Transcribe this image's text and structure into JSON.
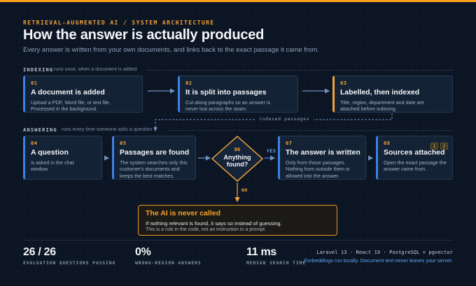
{
  "header": {
    "eyebrow": "RETRIEVAL-AUGMENTED AI / SYSTEM ARCHITECTURE",
    "title": "How the answer is actually produced",
    "subtitle": "Every answer is written from your own documents, and links back to the exact passage it came from."
  },
  "indexing": {
    "label": "INDEXING",
    "note": "runs once, when a document is added",
    "steps": [
      {
        "num": "01",
        "title": "A document is added",
        "desc": "Upload a PDF, Word file, or text file. Processed in the background."
      },
      {
        "num": "02",
        "title": "It is split into passages",
        "desc": "Cut along paragraphs so an answer is never lost across the seam."
      },
      {
        "num": "03",
        "title": "Labelled, then indexed",
        "desc": "Title, region, department and date are attached before indexing."
      }
    ],
    "handoff_label": "indexed passages"
  },
  "answering": {
    "label": "ANSWERING",
    "note": "runs every time someone asks a question",
    "steps": [
      {
        "num": "04",
        "title": "A question",
        "desc": "is asked in the chat window."
      },
      {
        "num": "05",
        "title": "Passages are found",
        "desc": "The system searches only this customer's documents and keeps the best matches."
      },
      {
        "num": "06",
        "title": "Anything found?"
      },
      {
        "num": "07",
        "title": "The answer is written",
        "desc": "Only from those passages. Nothing from outside them is allowed into the answer."
      },
      {
        "num": "08",
        "title": "Sources attached",
        "desc": "Open the exact passage the answer came from.",
        "badges": [
          "1",
          "2"
        ]
      }
    ],
    "yes_label": "YES",
    "no_label": "NO"
  },
  "fallback": {
    "title": "The AI is never called",
    "desc": "If nothing relevant is found, it says so instead of guessing.",
    "note": "This is a rule in the code, not an instruction in a prompt."
  },
  "stats": [
    {
      "value": "26 / 26",
      "label": "EVALUATION QUESTIONS PASSING"
    },
    {
      "value": "0%",
      "label": "WRONG-REGION ANSWERS"
    },
    {
      "value": "11 ms",
      "label": "MEDIAN SEARCH TIME"
    }
  ],
  "stack": {
    "tech": "Laravel 13 · React 19 · PostgreSQL + pgvector",
    "note": "Embeddings run locally. Document text never leaves your server."
  },
  "colors": {
    "accent_orange": "#f2a33a",
    "accent_blue": "#3c82e6",
    "background": "#0c1523",
    "card": "#142235"
  }
}
